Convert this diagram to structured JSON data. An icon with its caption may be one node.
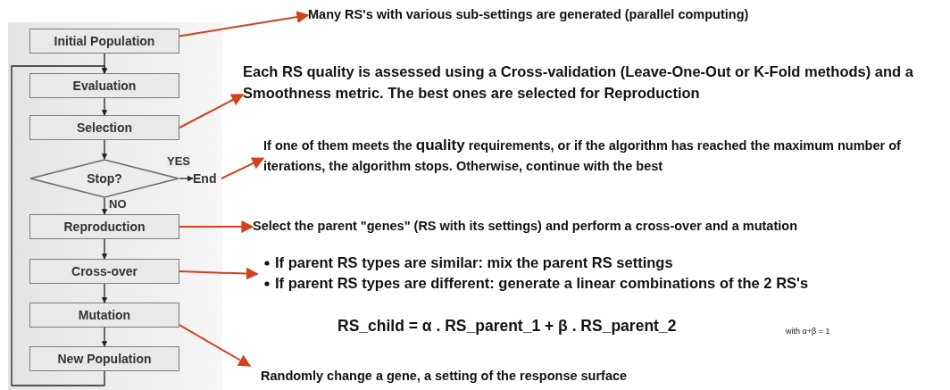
{
  "diagram": {
    "nodes": [
      {
        "text": [
          "Initial Population"
        ]
      },
      {
        "text": [
          "Evaluation"
        ]
      },
      {
        "text": [
          "Selection"
        ]
      },
      {
        "text": [
          "Stop?"
        ]
      },
      {
        "text": [
          "End"
        ]
      },
      {
        "text": [
          "Reproduction"
        ]
      },
      {
        "text": [
          "Cross-over"
        ]
      },
      {
        "text": [
          "Mutation"
        ]
      },
      {
        "text": [
          "New Population"
        ]
      },
      {
        "text": [
          "Many RS's with various sub-settings are generated (parallel computing)"
        ]
      },
      {
        "text": [
          "Each RS quality is assessed using a Cross-validation (Leave-One-Out or K-Fold methods) and a Smoothness metric. The best ones are selected for Reproduction"
        ]
      },
      {
        "text": [
          "If one of them meets the **quality** requirements, or if the algorithm has reached the maximum number of iterations, the algorithm stops. Otherwise, continue with the best"
        ]
      },
      {
        "text": [
          "Select the parent \"genes\" (RS with its settings) and perform a cross-over and a mutation"
        ]
      },
      {
        "text": [
          "If parent RS types are similar: mix the parent RS settings",
          "If parent RS types are different: generate a linear combinations of the 2 RS's"
        ]
      },
      {
        "text": [
          "Randomly change a gene, a setting of the response surface"
        ]
      }
    ],
    "edges": [
      {
        "from": 0,
        "to": 1,
        "arrow": "to"
      },
      {
        "from": 1,
        "to": 2,
        "arrow": "to"
      },
      {
        "from": 2,
        "to": 3,
        "arrow": "to"
      },
      {
        "from": 3,
        "to": 4,
        "arrow": "to",
        "label": "YES"
      },
      {
        "from": 3,
        "to": 5,
        "arrow": "to",
        "label": "NO"
      },
      {
        "from": 5,
        "to": 6,
        "arrow": "to"
      },
      {
        "from": 6,
        "to": 7,
        "arrow": "to"
      },
      {
        "from": 7,
        "to": 8,
        "arrow": "to"
      },
      {
        "from": 8,
        "to": 1,
        "arrow": "to"
      },
      {
        "from": 0,
        "to": 9,
        "arrow": "to",
        "color": "#d2401e"
      },
      {
        "from": 2,
        "to": 10,
        "arrow": "to",
        "color": "#d2401e"
      },
      {
        "from": 4,
        "to": 11,
        "arrow": "to",
        "color": "#d2401e"
      },
      {
        "from": 5,
        "to": 12,
        "arrow": "to",
        "color": "#d2401e"
      },
      {
        "from": 6,
        "to": 13,
        "arrow": "to",
        "color": "#d2401e"
      },
      {
        "from": 7,
        "to": 14,
        "arrow": "to",
        "color": "#d2401e"
      }
    ],
    "labels": [
      "RS_child = α . RS_parent_1 + β . RS_parent_2",
      "with α+β = 1"
    ]
  }
}
